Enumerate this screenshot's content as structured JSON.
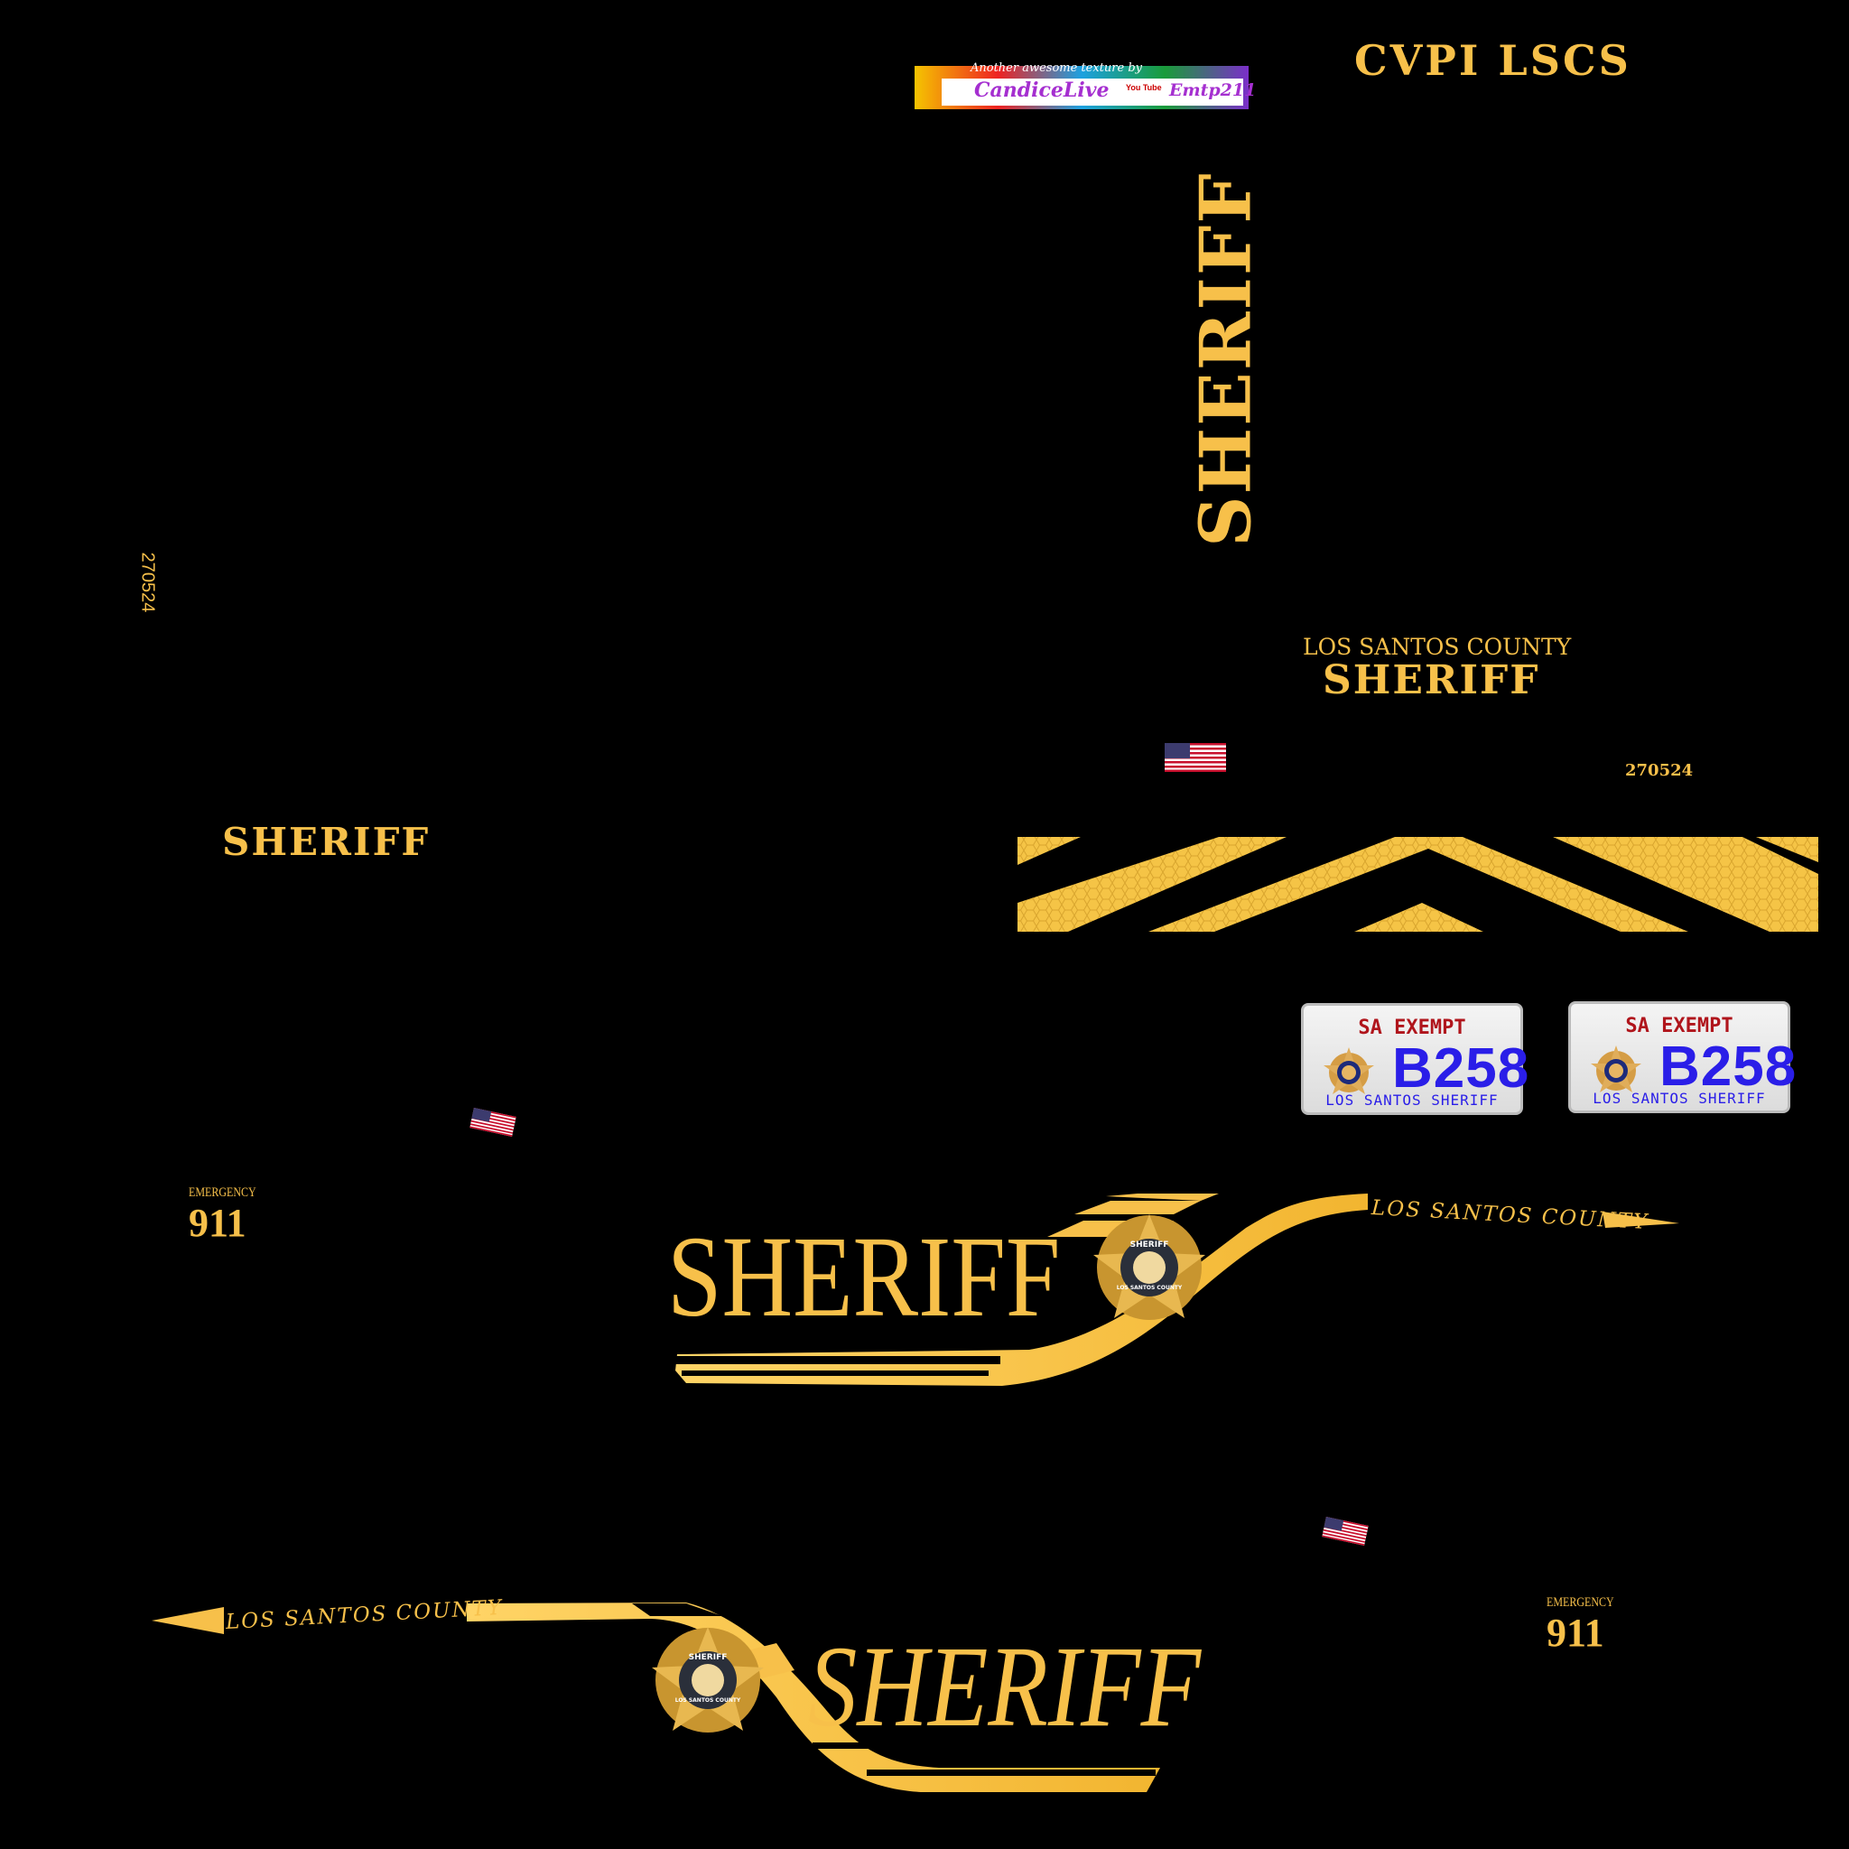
{
  "banner": {
    "line1": "Another awesome texture by",
    "facebook_name": "CandiceLive",
    "youtube_label": "You Tube",
    "psn_name": "Emtp211"
  },
  "title": "CVPI LSCS",
  "roof": {
    "vertical_sheriff": "SHERIFF",
    "county": "LOS SANTOS COUNTY",
    "sheriff": "SHERIFF",
    "unit_number": "270524"
  },
  "side_unit_number_rotated": "270524",
  "rear_sheriff": "SHERIFF",
  "plates": [
    {
      "top": "SA EXEMPT",
      "number": "B258",
      "bottom": "LOS SANTOS SHERIFF"
    },
    {
      "top": "SA EXEMPT",
      "number": "B258",
      "bottom": "LOS SANTOS SHERIFF"
    }
  ],
  "emergency": [
    {
      "label": "EMERGENCY",
      "number": "911"
    },
    {
      "label": "EMERGENCY",
      "number": "911"
    }
  ],
  "side_right": {
    "county": "LOS SANTOS COUNTY",
    "sheriff": "SHERIFF"
  },
  "side_left": {
    "county": "LOS SANTOS COUNTY",
    "sheriff": "SHERIFF"
  },
  "badge": {
    "top": "SHERIFF",
    "bottom": "LOS SANTOS COUNTY"
  },
  "colors": {
    "gold": "#f7c04a",
    "background": "#000000",
    "plate_red": "#b0151c",
    "plate_blue": "#2a1ee8"
  }
}
